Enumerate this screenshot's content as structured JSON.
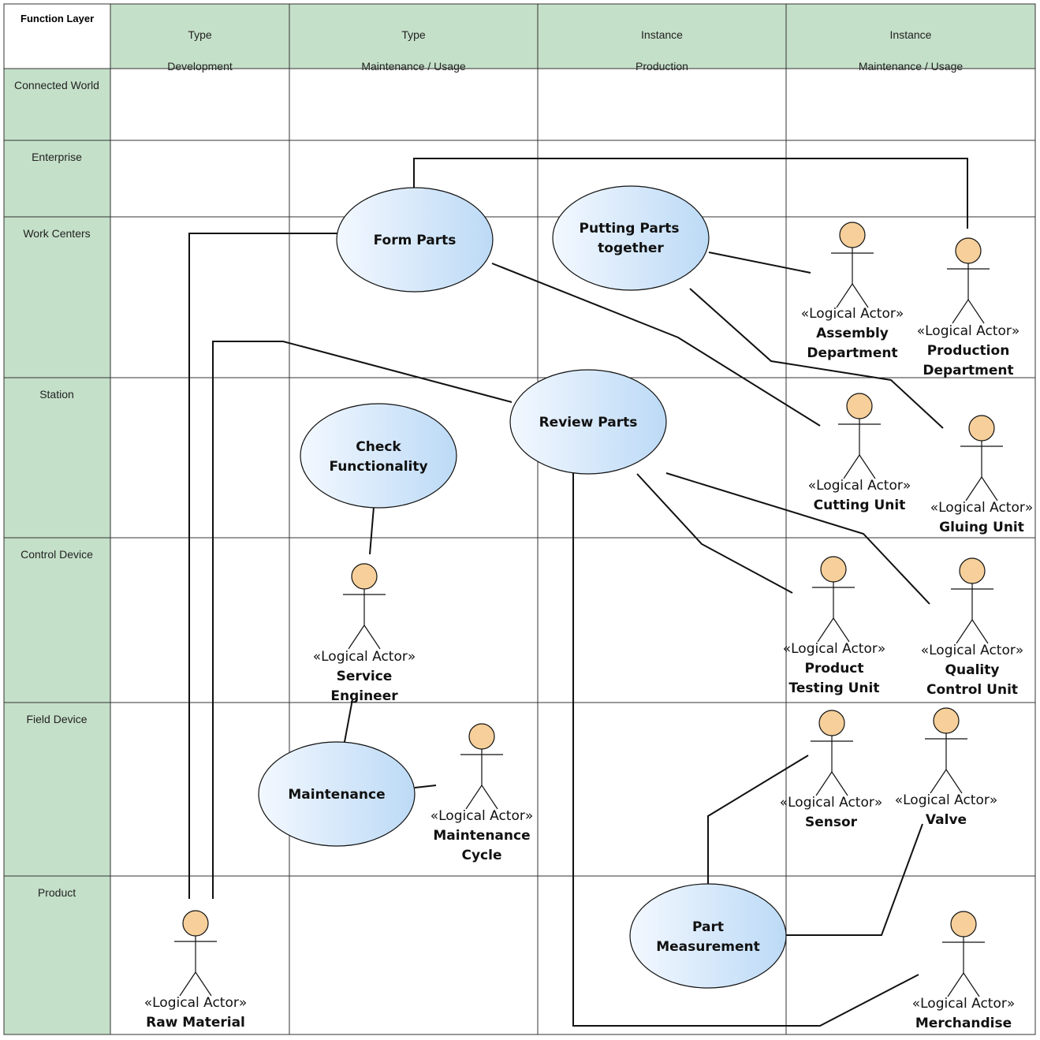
{
  "corner_label": "Function Layer",
  "columns": [
    {
      "line1": "Type",
      "line2": "Development"
    },
    {
      "line1": "Type",
      "line2": "Maintenance / Usage"
    },
    {
      "line1": "Instance",
      "line2": "Production"
    },
    {
      "line1": "Instance",
      "line2": "Maintenance / Usage"
    }
  ],
  "rows": [
    "Connected World",
    "Enterprise",
    "Work Centers",
    "Station",
    "Control Device",
    "Field Device",
    "Product"
  ],
  "colors": {
    "header_fill": "#c5e0c9",
    "usecase_fill_light": "#f3f8ff",
    "usecase_fill_dark": "#bcdaf6",
    "actor_head": "#f6cf9a"
  },
  "stereotype": "«Logical Actor»",
  "usecases": {
    "form_parts": [
      "Form Parts"
    ],
    "putting_parts": [
      "Putting Parts",
      "together"
    ],
    "review_parts": [
      "Review Parts"
    ],
    "check_functionality": [
      "Check",
      "Functionality"
    ],
    "maintenance": [
      "Maintenance"
    ],
    "part_measurement": [
      "Part",
      "Measurement"
    ]
  },
  "actors": {
    "assembly": [
      "Assembly",
      "Department"
    ],
    "production": [
      "Production",
      "Department"
    ],
    "cutting": [
      "Cutting Unit"
    ],
    "gluing": [
      "Gluing Unit"
    ],
    "product_testing": [
      "Product",
      "Testing Unit"
    ],
    "quality": [
      "Quality",
      "Control Unit"
    ],
    "service_engineer": [
      "Service",
      "Engineer"
    ],
    "maintenance_cycle": [
      "Maintenance",
      "Cycle"
    ],
    "sensor": [
      "Sensor"
    ],
    "valve": [
      "Valve"
    ],
    "raw_material": [
      "Raw Material"
    ],
    "merchandise": [
      "Merchandise"
    ]
  }
}
